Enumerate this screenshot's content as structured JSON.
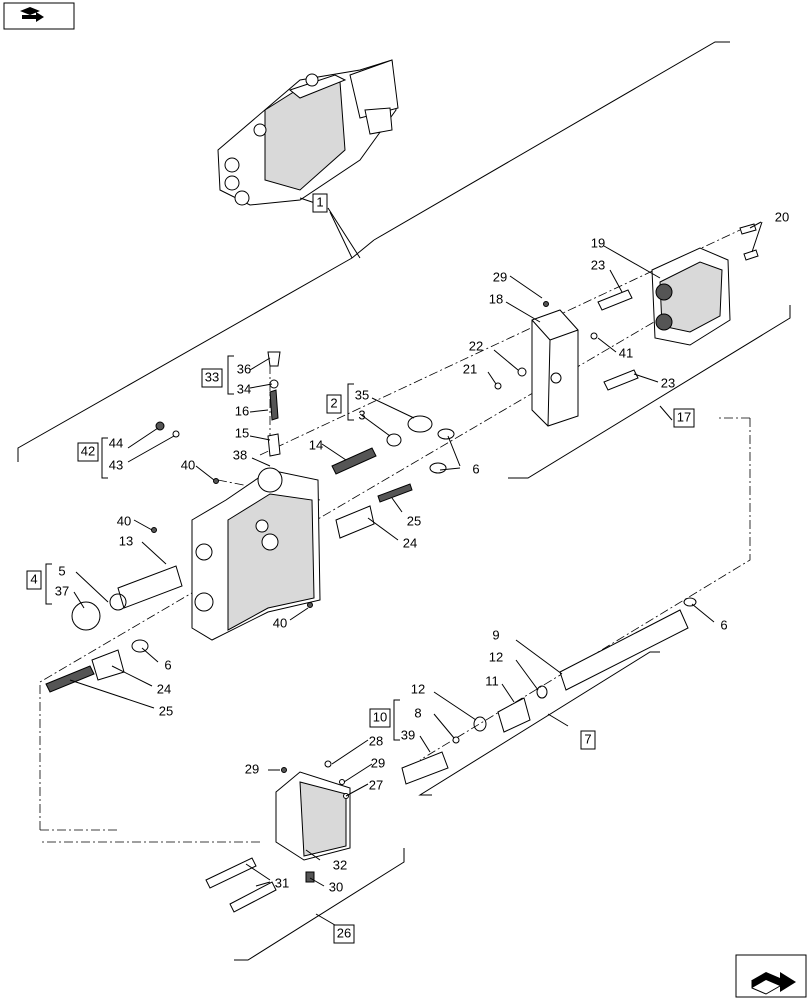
{
  "icons": {
    "top_left": "book-arrow-icon",
    "bottom_right": "next-page-arrow-icon"
  },
  "callouts": [
    {
      "id": "c1",
      "text": "1",
      "boxed": true
    },
    {
      "id": "c20",
      "text": "20"
    },
    {
      "id": "c19",
      "text": "19"
    },
    {
      "id": "c23a",
      "text": "23"
    },
    {
      "id": "c29a",
      "text": "29"
    },
    {
      "id": "c18",
      "text": "18"
    },
    {
      "id": "c22",
      "text": "22"
    },
    {
      "id": "c41",
      "text": "41"
    },
    {
      "id": "c21",
      "text": "21"
    },
    {
      "id": "c23b",
      "text": "23"
    },
    {
      "id": "c17",
      "text": "17",
      "boxed": true
    },
    {
      "id": "c36",
      "text": "36"
    },
    {
      "id": "c33",
      "text": "33",
      "boxed": true
    },
    {
      "id": "c34",
      "text": "34"
    },
    {
      "id": "c16",
      "text": "16"
    },
    {
      "id": "c15",
      "text": "15"
    },
    {
      "id": "c38",
      "text": "38"
    },
    {
      "id": "c35",
      "text": "35"
    },
    {
      "id": "c2",
      "text": "2",
      "boxed": true
    },
    {
      "id": "c3",
      "text": "3"
    },
    {
      "id": "c14",
      "text": "14"
    },
    {
      "id": "c6a",
      "text": "6"
    },
    {
      "id": "c44",
      "text": "44"
    },
    {
      "id": "c42",
      "text": "42",
      "boxed": true
    },
    {
      "id": "c43",
      "text": "43"
    },
    {
      "id": "c40a",
      "text": "40"
    },
    {
      "id": "c40b",
      "text": "40"
    },
    {
      "id": "c25a",
      "text": "25"
    },
    {
      "id": "c24a",
      "text": "24"
    },
    {
      "id": "c13",
      "text": "13"
    },
    {
      "id": "c5",
      "text": "5"
    },
    {
      "id": "c4",
      "text": "4",
      "boxed": true
    },
    {
      "id": "c37",
      "text": "37"
    },
    {
      "id": "c40c",
      "text": "40"
    },
    {
      "id": "c6b",
      "text": "6"
    },
    {
      "id": "c24b",
      "text": "24"
    },
    {
      "id": "c25b",
      "text": "25"
    },
    {
      "id": "c6c",
      "text": "6"
    },
    {
      "id": "c9",
      "text": "9"
    },
    {
      "id": "c12a",
      "text": "12"
    },
    {
      "id": "c11",
      "text": "11"
    },
    {
      "id": "c12b",
      "text": "12"
    },
    {
      "id": "c8",
      "text": "8"
    },
    {
      "id": "c10",
      "text": "10",
      "boxed": true
    },
    {
      "id": "c39",
      "text": "39"
    },
    {
      "id": "c7",
      "text": "7",
      "boxed": true
    },
    {
      "id": "c28",
      "text": "28"
    },
    {
      "id": "c29b",
      "text": "29"
    },
    {
      "id": "c29c",
      "text": "29"
    },
    {
      "id": "c27",
      "text": "27"
    },
    {
      "id": "c32",
      "text": "32"
    },
    {
      "id": "c31",
      "text": "31"
    },
    {
      "id": "c30",
      "text": "30"
    },
    {
      "id": "c26",
      "text": "26",
      "boxed": true
    }
  ]
}
